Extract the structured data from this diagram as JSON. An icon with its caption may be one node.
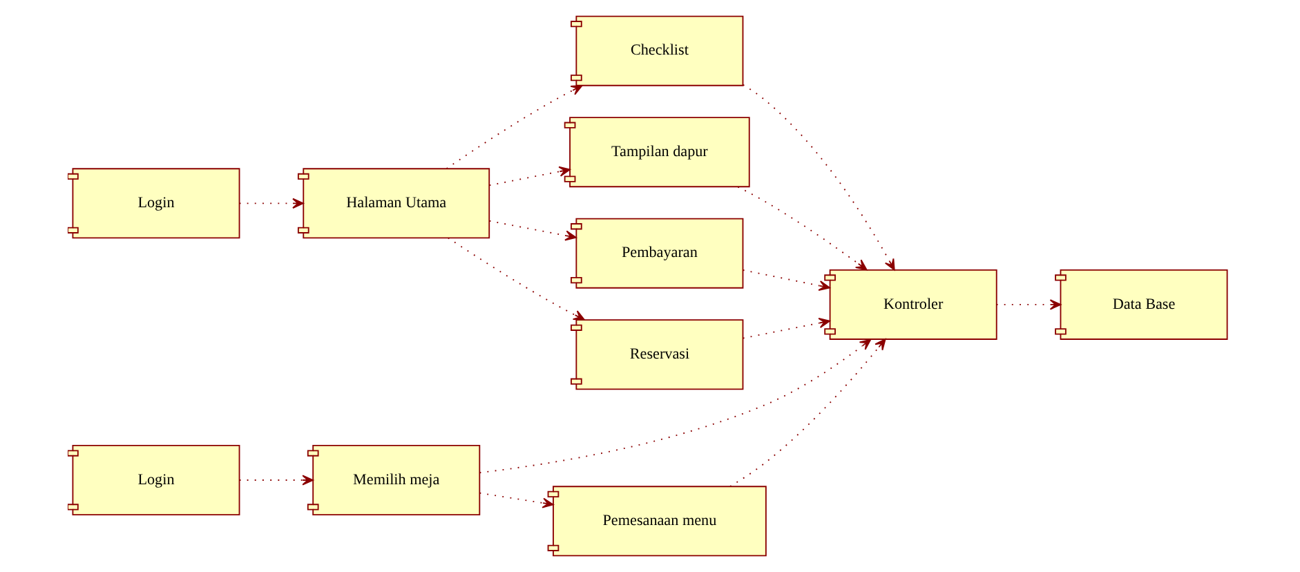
{
  "diagram": {
    "nodes": [
      {
        "text": [
          "Login"
        ]
      },
      {
        "text": [
          "Halaman Utama"
        ]
      },
      {
        "text": [
          "Checklist"
        ]
      },
      {
        "text": [
          "Tampilan dapur"
        ]
      },
      {
        "text": [
          "Pembayaran"
        ]
      },
      {
        "text": [
          "Reservasi"
        ]
      },
      {
        "text": [
          "Kontroler"
        ]
      },
      {
        "text": [
          "Data Base"
        ]
      },
      {
        "text": [
          "Login"
        ]
      },
      {
        "text": [
          "Memilih meja"
        ]
      },
      {
        "text": [
          "Pemesanaan menu"
        ]
      }
    ],
    "edges": [
      {
        "from": 0,
        "to": 1,
        "arrow": "to"
      },
      {
        "from": 1,
        "to": 2,
        "arrow": "to"
      },
      {
        "from": 1,
        "to": 3,
        "arrow": "to"
      },
      {
        "from": 1,
        "to": 4,
        "arrow": "to"
      },
      {
        "from": 1,
        "to": 5,
        "arrow": "to"
      },
      {
        "from": 2,
        "to": 6,
        "arrow": "to"
      },
      {
        "from": 3,
        "to": 6,
        "arrow": "to"
      },
      {
        "from": 4,
        "to": 6,
        "arrow": "to"
      },
      {
        "from": 5,
        "to": 6,
        "arrow": "to"
      },
      {
        "from": 6,
        "to": 7,
        "arrow": "to"
      },
      {
        "from": 8,
        "to": 9,
        "arrow": "to"
      },
      {
        "from": 9,
        "to": 6,
        "arrow": "to"
      },
      {
        "from": 9,
        "to": 10,
        "arrow": "to"
      },
      {
        "from": 10,
        "to": 6,
        "arrow": "to"
      }
    ]
  }
}
